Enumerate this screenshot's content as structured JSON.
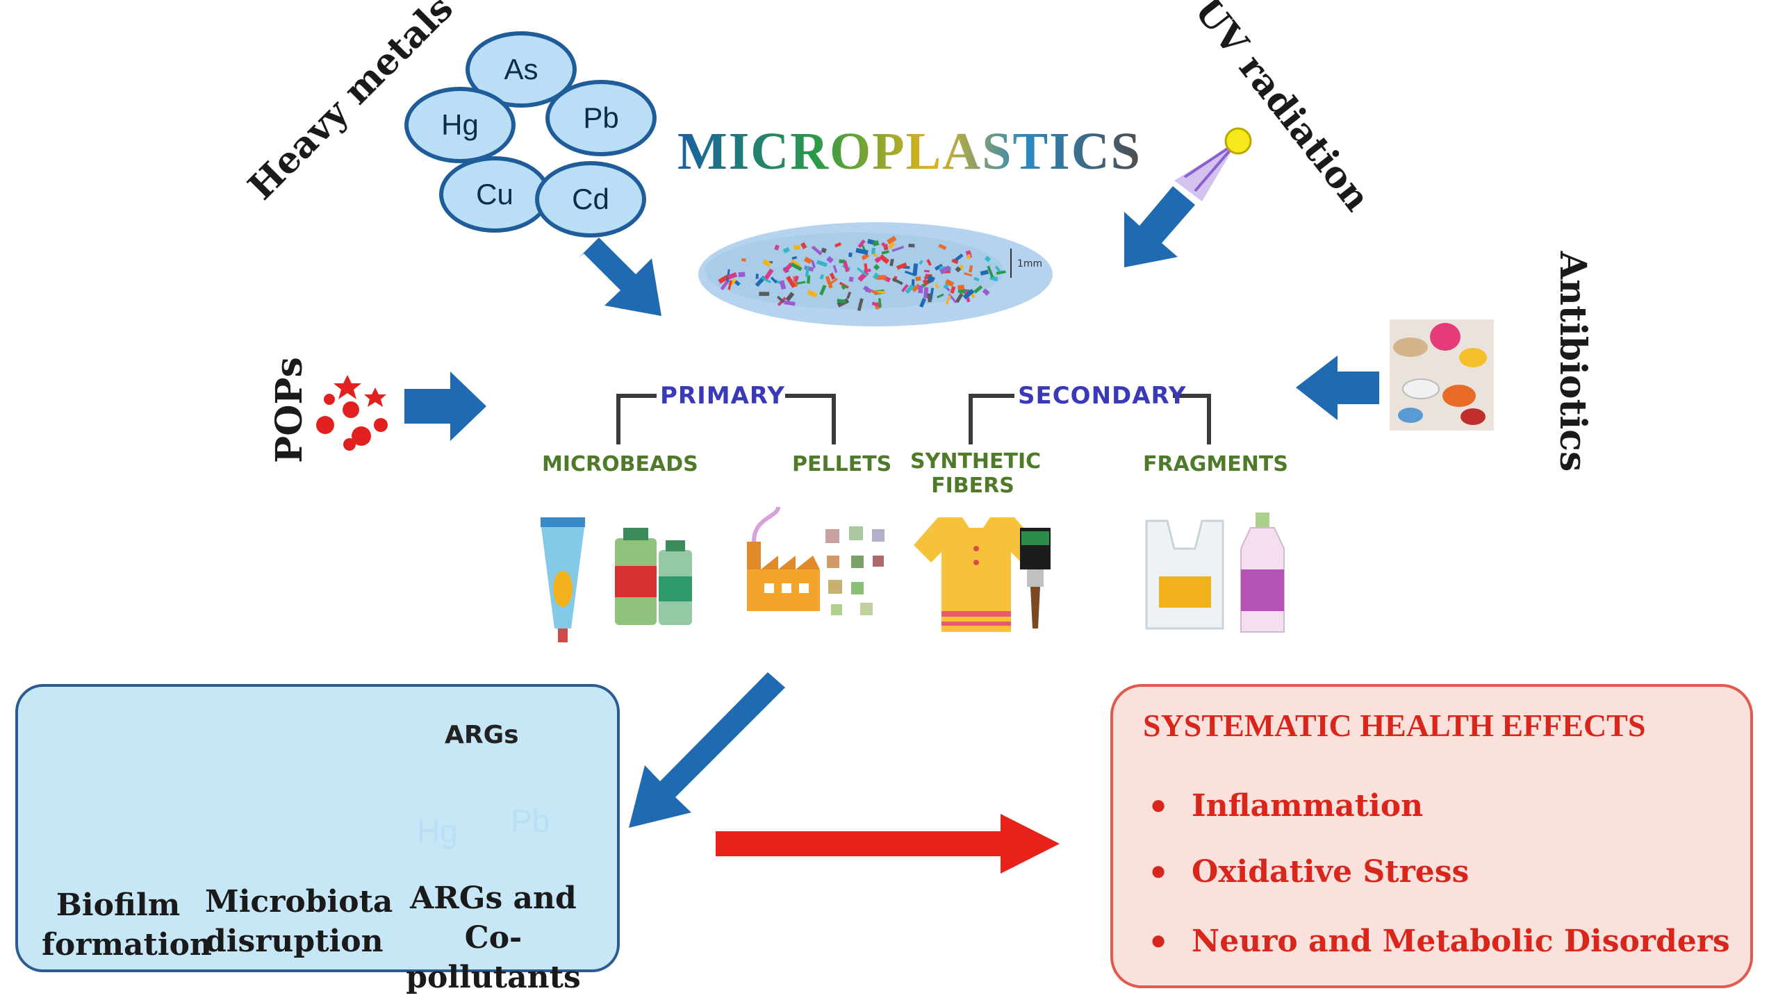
{
  "title": "MICROPLASTICS",
  "sources": {
    "heavy_metals": "Heavy metals",
    "uv_radiation": "UV radiation",
    "antibiotics": "Antibiotics",
    "pops": "POPs"
  },
  "metals": [
    "As",
    "Hg",
    "Pb",
    "Cu",
    "Cd"
  ],
  "scale_label": "1mm",
  "categories": {
    "primary": "PRIMARY",
    "secondary": "SECONDARY",
    "microbeads": "MICROBEADS",
    "pellets": "PELLETS",
    "synthetic_fibers": "SYNTHETIC FIBERS",
    "fragments": "FRAGMENTS"
  },
  "effects": {
    "args_badge": "ARGs",
    "co_metals": [
      "Hg",
      "Pb"
    ],
    "biofilm": "Biofilm formation",
    "microbiota": "Microbiota disruption",
    "args_co": "ARGs and Co-pollutants"
  },
  "health": {
    "title": "SYSTEMATIC HEALTH EFFECTS",
    "items": [
      "Inflammation",
      "Oxidative Stress",
      "Neuro and Metabolic Disorders"
    ]
  },
  "colors": {
    "arrow_blue": "#1f6ab0",
    "arrow_red": "#e8221b",
    "metal_fill": "#b9def5",
    "left_panel": "#c7e6f6",
    "right_panel": "#fbe1dc",
    "health_text": "#d9261c"
  }
}
